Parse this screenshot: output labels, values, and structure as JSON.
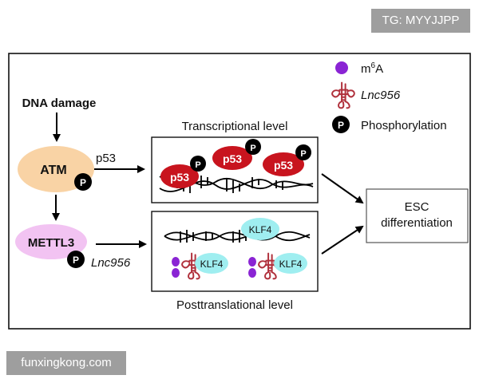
{
  "watermarks": {
    "top": "TG: MYYJJPP",
    "bottom": "funxingkong.com"
  },
  "legend": {
    "m6a_main": "m",
    "m6a_sup": "6",
    "m6a_tail": "A",
    "lnc": "Lnc956",
    "phospho": "Phosphorylation"
  },
  "nodes": {
    "dna_damage": "DNA damage",
    "atm": "ATM",
    "mettl3": "METTL3",
    "esc_line1": "ESC",
    "esc_line2": "differentiation"
  },
  "edges": {
    "p53": "p53",
    "lnc956": "Lnc956"
  },
  "boxes": {
    "transcriptional": "Transcriptional level",
    "posttranslational": "Posttranslational level"
  },
  "proteins": {
    "p53": "p53",
    "klf4": "KLF4",
    "phospho": "P"
  },
  "colors": {
    "atm": "#f9d3a5",
    "mettl3": "#f2c3f2",
    "p53": "#c8141e",
    "klf4": "#9feef0",
    "m6a": "#8a24d4",
    "lnc": "#b0313c"
  }
}
